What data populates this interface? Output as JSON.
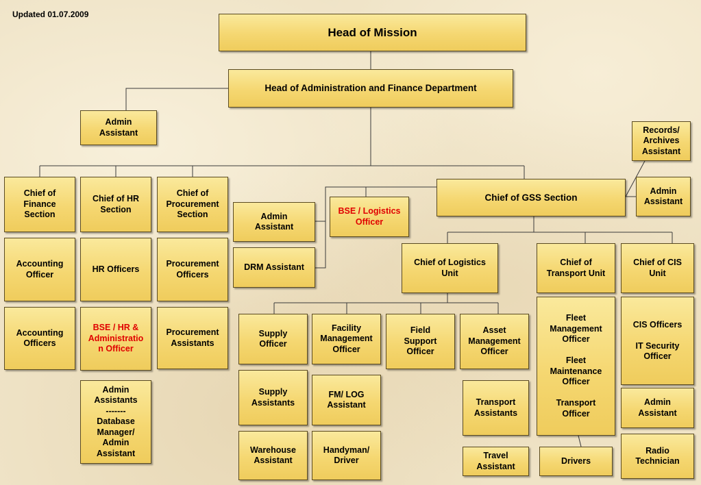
{
  "updated": "Updated 01.07.2009",
  "boxes": {
    "head_mission": "Head of Mission",
    "head_admin_finance": "Head of Administration and Finance Department",
    "admin_assistant_top": "Admin\nAssistant",
    "records_archives": "Records/\nArchives\nAssistant",
    "chief_finance": "Chief of\nFinance\nSection",
    "chief_hr": "Chief of HR\nSection",
    "chief_procurement": "Chief of\nProcurement\nSection",
    "admin_assistant_mid": "Admin\nAssistant",
    "bse_logistics": "BSE / Logistics\nOfficer",
    "chief_gss": "Chief of GSS Section",
    "admin_assistant_gss": "Admin\nAssistant",
    "drm_assistant": "DRM Assistant",
    "accounting_officer": "Accounting\nOfficer",
    "hr_officers": "HR Officers",
    "procurement_officers": "Procurement\nOfficers",
    "chief_logistics": "Chief of Logistics\nUnit",
    "chief_transport": "Chief of\nTransport Unit",
    "chief_cis": "Chief  of CIS\nUnit",
    "accounting_officers": "Accounting\nOfficers",
    "bse_hr_admin": "BSE / HR &\nAdministratio\nn Officer",
    "procurement_assistants": "Procurement\nAssistants",
    "supply_officer": "Supply\nOfficer",
    "facility_mgmt": "Facility\nManagement\nOfficer",
    "field_support": "Field\nSupport\nOfficer",
    "asset_mgmt": "Asset\nManagement\nOfficer",
    "fleet_transport": "Fleet\nManagement\nOfficer\n\nFleet\nMaintenance\nOfficer\n\nTransport\nOfficer",
    "cis_it_officers": "CIS Officers\n\nIT Security\nOfficer",
    "admin_db_assistants": "Admin\nAssistants\n-------\nDatabase\nManager/\nAdmin\nAssistant",
    "supply_assistants": "Supply\nAssistants",
    "fm_log_assistant": "FM/ LOG\nAssistant",
    "transport_assistants": "Transport\nAssistants",
    "admin_assistant_cis": "Admin\nAssistant",
    "warehouse_assistant": "Warehouse\nAssistant",
    "handyman_driver": "Handyman/\nDriver",
    "travel_assistant": "Travel\nAssistant",
    "drivers": "Drivers",
    "radio_technician": "Radio\nTechnician"
  },
  "colors": {
    "box_fill": "#f5d771",
    "box_border": "#5a4a20",
    "connector": "#3a3a3a",
    "highlight_text": "#e00000",
    "background": "#efe3c6"
  }
}
